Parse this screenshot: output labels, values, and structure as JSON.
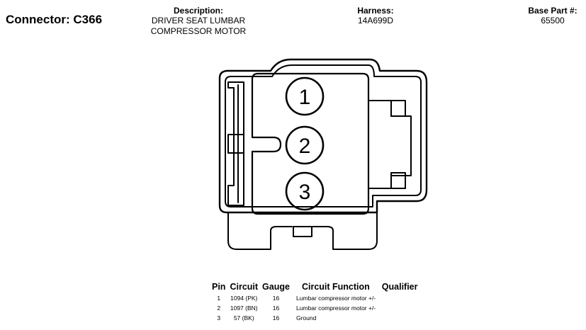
{
  "header": {
    "connector": "Connector: C366",
    "description_label": "Description:",
    "description_line1": "DRIVER SEAT LUMBAR",
    "description_line2": "COMPRESSOR MOTOR",
    "harness_label": "Harness:",
    "harness_value": "14A699D",
    "base_part_label": "Base Part #:",
    "base_part_value": "65500"
  },
  "pins": [
    "1",
    "2",
    "3"
  ],
  "table": {
    "headers": [
      "Pin",
      "Circuit",
      "Gauge",
      "Circuit Function",
      "Qualifier"
    ],
    "rows": [
      {
        "pin": "1",
        "circuit": "1094 (PK)",
        "gauge": "16",
        "function": "Lumbar compressor motor +/-",
        "qualifier": ""
      },
      {
        "pin": "2",
        "circuit": "1097 (BN)",
        "gauge": "16",
        "function": "Lumbar compressor motor +/-",
        "qualifier": ""
      },
      {
        "pin": "3",
        "circuit": "57 (BK)",
        "gauge": "16",
        "function": "Ground",
        "qualifier": ""
      }
    ]
  },
  "colors": {
    "line": "#000000",
    "background": "#ffffff"
  }
}
